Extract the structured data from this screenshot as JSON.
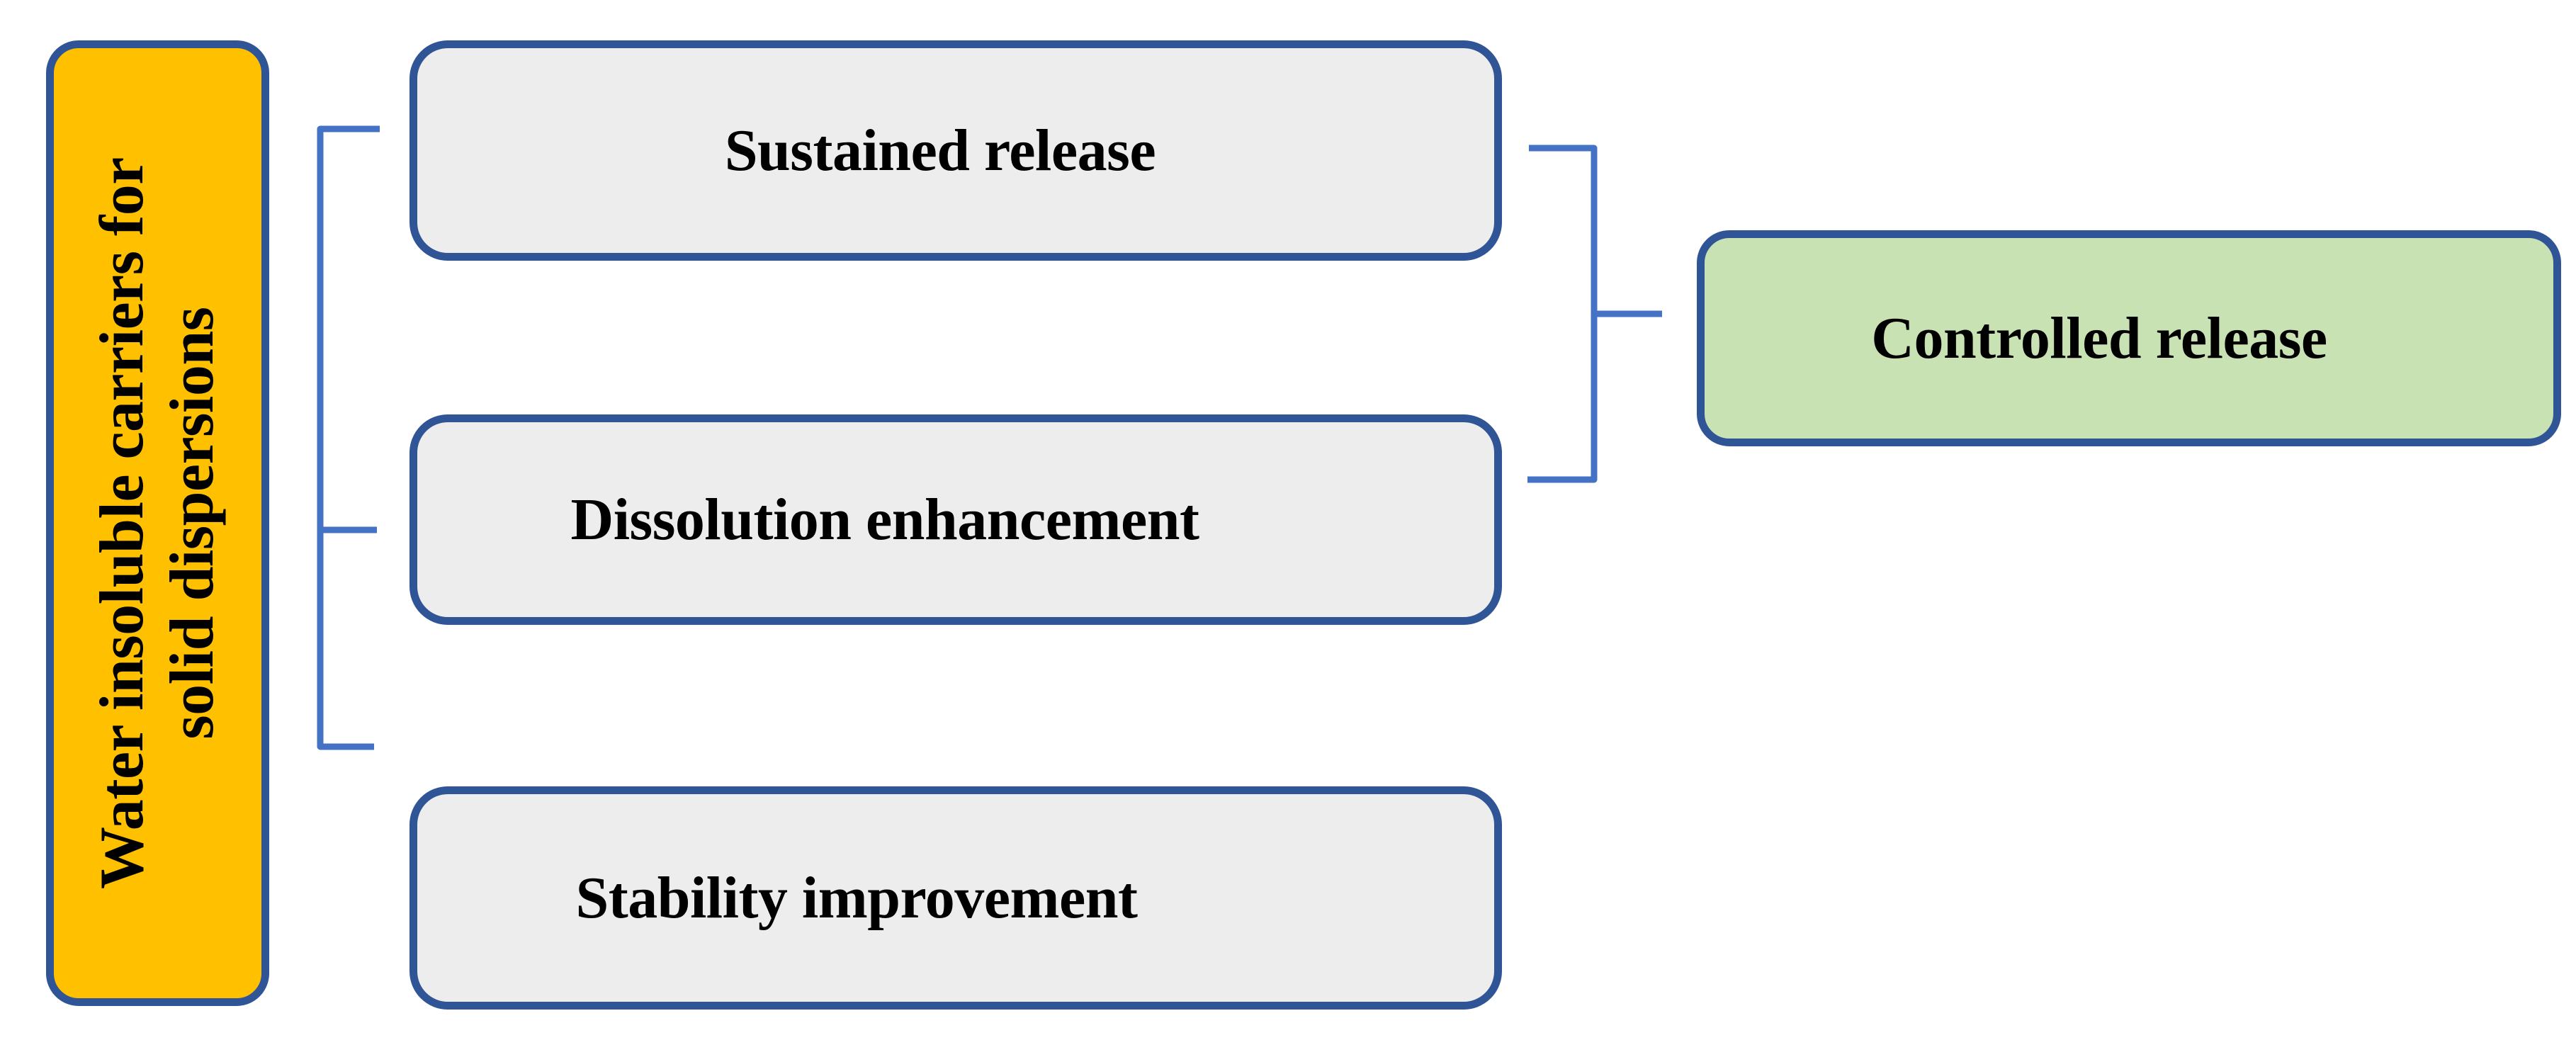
{
  "diagram": {
    "type": "flow-diagram",
    "title": "Water insoluble carriers for solid dispersions outcomes",
    "colors": {
      "source_fill": "#FFC000",
      "middle_fill": "#EDEDED",
      "result_fill": "#C9E2B4",
      "border": "#2F5597",
      "connector": "#4472C4",
      "text": "#000000",
      "background": "#FFFFFF"
    },
    "source": {
      "label": "Water insoluble carriers for solid dispersions",
      "line1": "Water insoluble carriers for",
      "line2": "solid dispersions",
      "orientation": "vertical-bottom-to-top"
    },
    "middle_nodes": [
      {
        "label": "Sustained release"
      },
      {
        "label": "Dissolution enhancement"
      },
      {
        "label": "Stability improvement"
      }
    ],
    "result": {
      "label": "Controlled release"
    },
    "connectors": [
      {
        "name": "left-brace",
        "shape": "bracket-open-right",
        "groups": 3
      },
      {
        "name": "right-brace",
        "shape": "bracket-open-left",
        "groups": 2
      }
    ]
  }
}
